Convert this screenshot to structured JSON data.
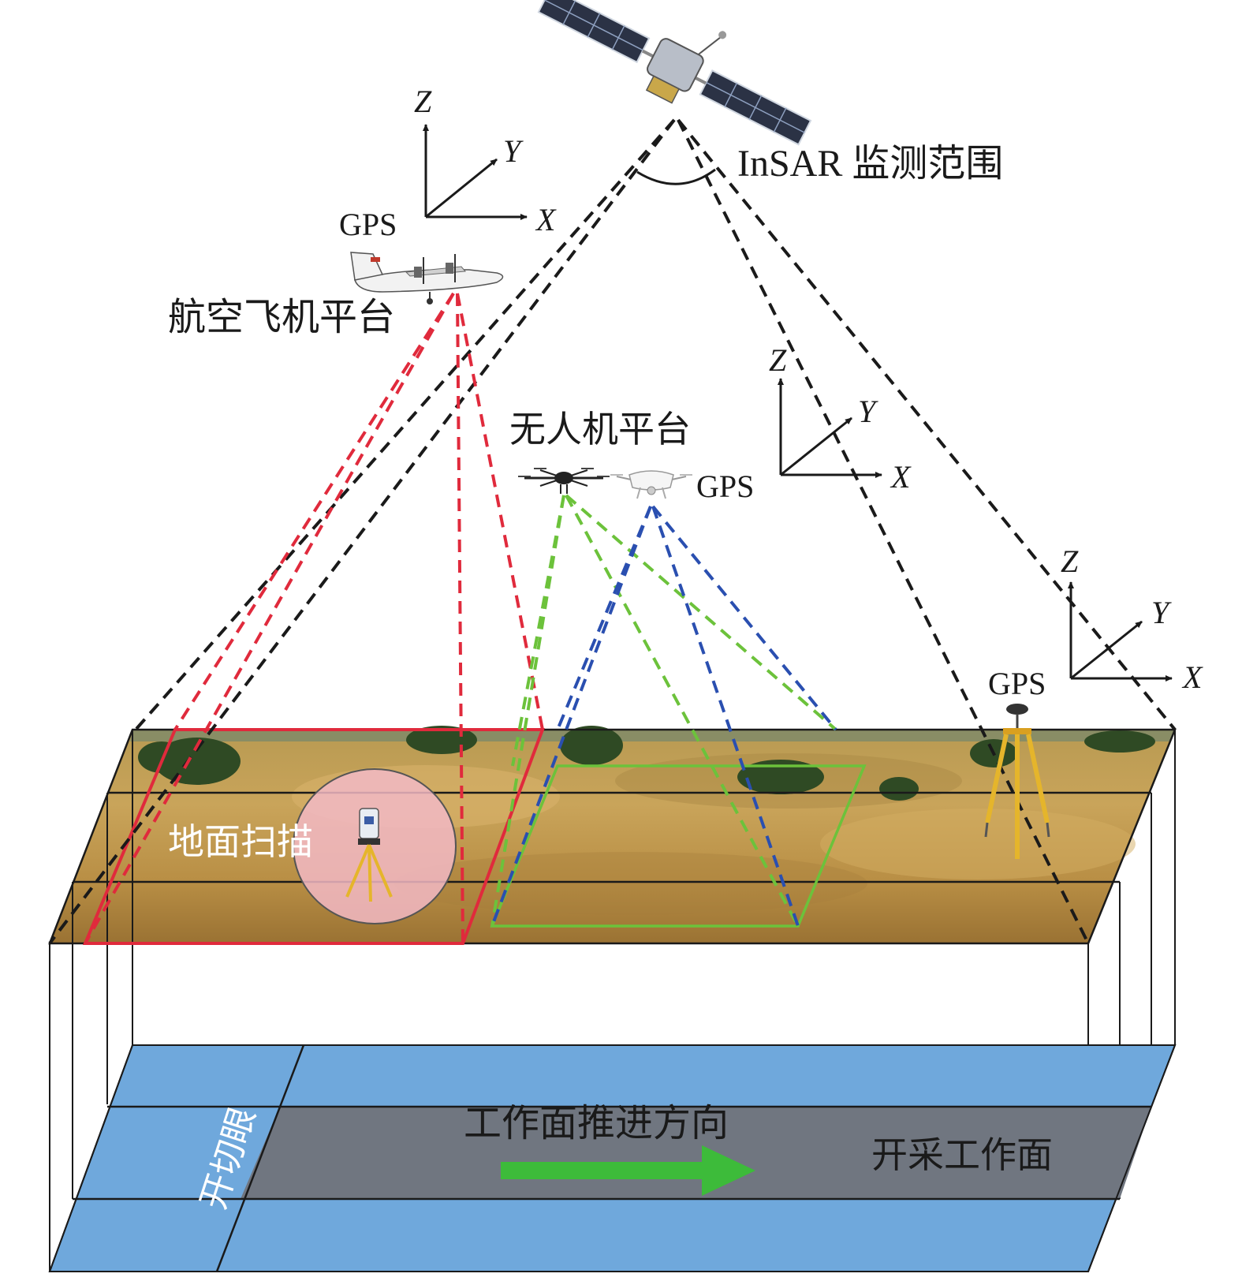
{
  "labels": {
    "insar": "InSAR 监测范围",
    "aircraft": "航空飞机平台",
    "uav": "无人机平台",
    "ground_scan": "地面扫描",
    "cut_eye": "开切眼",
    "advance_dir": "工作面推进方向",
    "mining_face": "开采工作面"
  },
  "gps": {
    "aircraft": "GPS",
    "uav": "GPS",
    "ground": "GPS"
  },
  "axes": {
    "x": "X",
    "y": "Y",
    "z": "Z"
  },
  "colors": {
    "insar_lines": "#1a1a1a",
    "aircraft_lines": "#e02a3c",
    "uav1_lines": "#6cc23b",
    "uav2_lines": "#2a4fb0",
    "coal_seam": "#6fa8dc",
    "mining_face": "#707680",
    "advance_arrow": "#3dbb3a",
    "scan_circle": "#f2b8c4"
  },
  "icons": [
    "satellite-icon",
    "aircraft-icon",
    "uav-hexacopter-icon",
    "uav-quadcopter-icon",
    "terrestrial-scanner-icon",
    "gps-tripod-icon"
  ]
}
